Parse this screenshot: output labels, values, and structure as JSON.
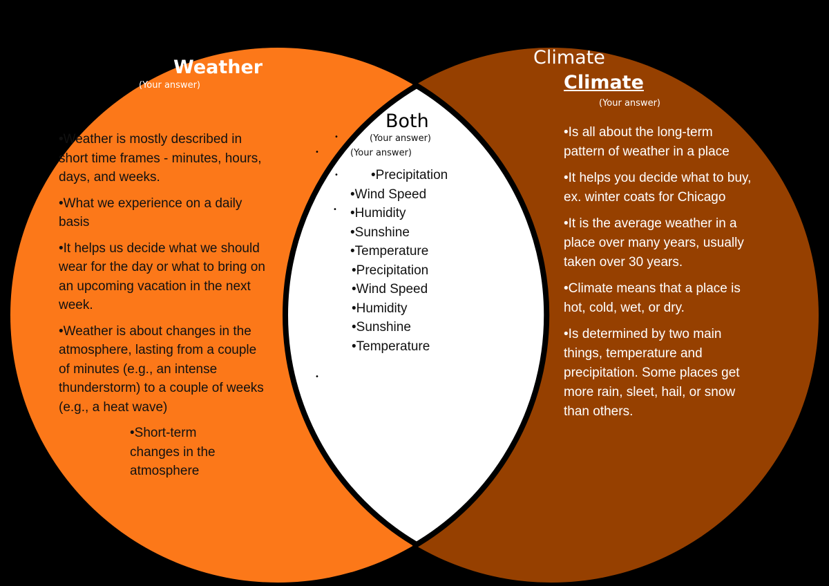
{
  "colors": {
    "weather": "#fc7819",
    "climate": "#964000",
    "both": "#ffffff",
    "outline": "#000000"
  },
  "weather": {
    "title": "Weather",
    "answer": "(Your answer)",
    "bullets": [
      "•Weather is mostly described in short time frames - minutes, hours, days, and weeks.",
      "•What we experience on a daily basis",
      "•It helps us decide what we should wear for the day or what to bring on an upcoming vacation in the next week.",
      "•Weather is about changes in the atmosphere, lasting from a couple of minutes (e.g., an intense thunderstorm) to a couple of weeks (e.g., a heat wave)"
    ],
    "extra": "•Short-term changes in the atmosphere"
  },
  "climate": {
    "title_plain": "Climate",
    "title": "Climate",
    "answer": "(Your answer)",
    "bullets": [
      "•Is all about the long-term pattern of weather in a place",
      "•It helps you   decide what to buy, ex. winter coats for Chicago",
      "•It is the average weather in a place over many years, usually taken over 30 years.",
      "•Climate means that a place is hot, cold, wet, or dry.",
      "•Is determined by two main things, temperature and precipitation. Some places get more rain, sleet, hail, or snow than others."
    ]
  },
  "both": {
    "title": "Both",
    "answer1": "(Your answer)",
    "answer2": "(Your answer)",
    "list_a": [
      "•Precipitation",
      "•Wind Speed",
      "•Humidity",
      "•Sunshine",
      "•Temperature"
    ],
    "list_b": [
      "•Precipitation",
      "•Wind Speed",
      "•Humidity",
      "•Sunshine",
      "•Temperature"
    ]
  }
}
